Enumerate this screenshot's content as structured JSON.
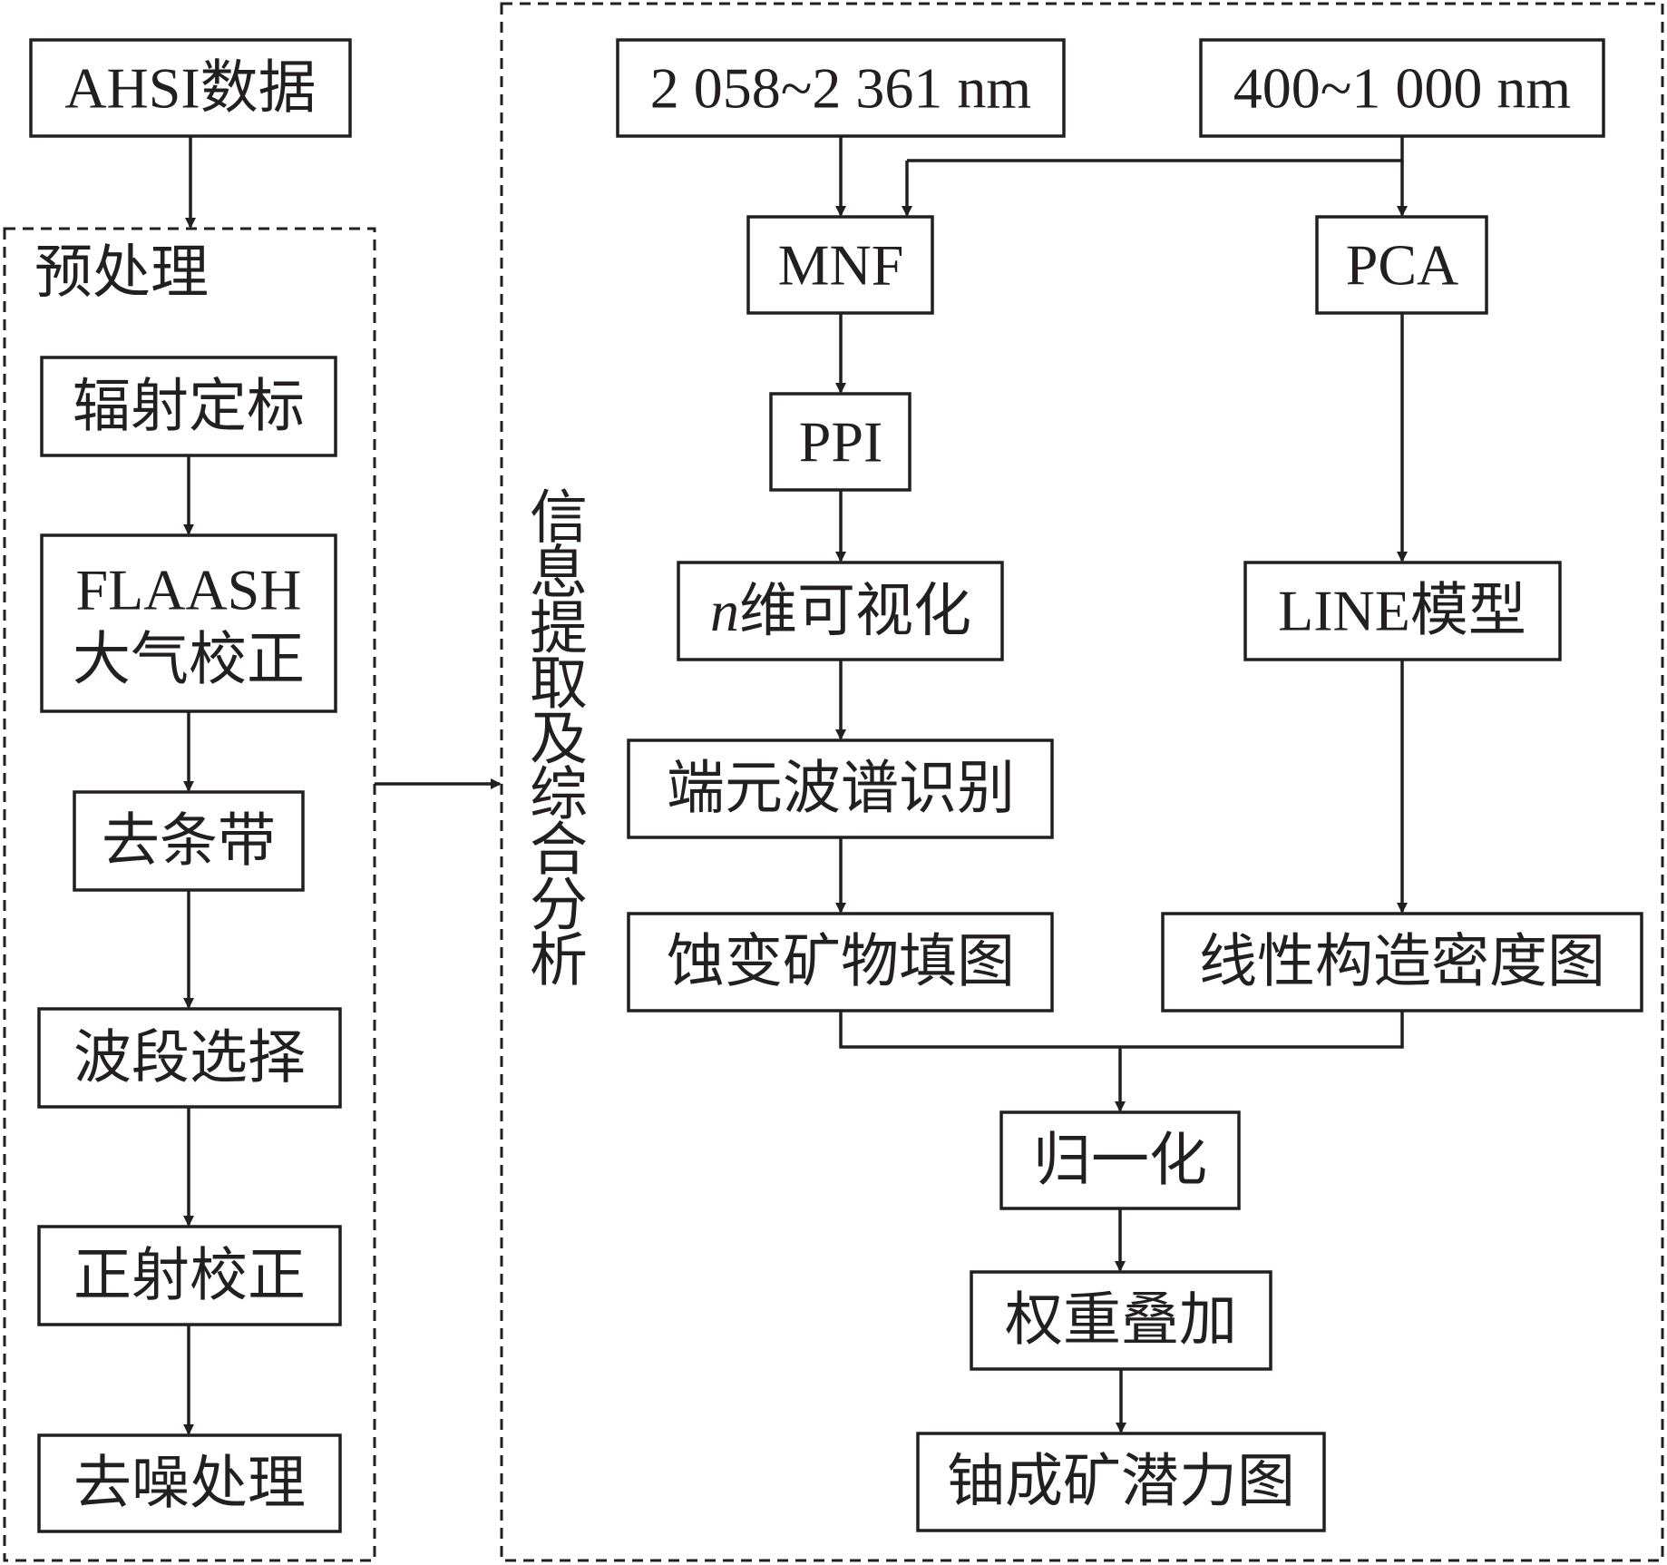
{
  "source": "AHSI数据",
  "preprocessing": {
    "title": "预处理",
    "steps": [
      "辐射定标",
      "FLAASH",
      "大气校正",
      "去条带",
      "波段选择",
      "正射校正",
      "去噪处理"
    ]
  },
  "extraction": {
    "title_chars": [
      "信",
      "息",
      "提",
      "取",
      "及",
      "综",
      "合",
      "分",
      "析"
    ],
    "band_swir": "2 058~2 361 nm",
    "band_vnir": "400~1 000 nm",
    "mnf": "MNF",
    "pca": "PCA",
    "ppi": "PPI",
    "nd_var": "n",
    "nd_rest": "维可视化",
    "line_model": "LINE模型",
    "endmember": "端元波谱识别",
    "alteration_map": "蚀变矿物填图",
    "lineament_map": "线性构造密度图",
    "normalize": "归一化",
    "weighted_overlay": "权重叠加",
    "uranium_map": "铀成矿潜力图"
  }
}
